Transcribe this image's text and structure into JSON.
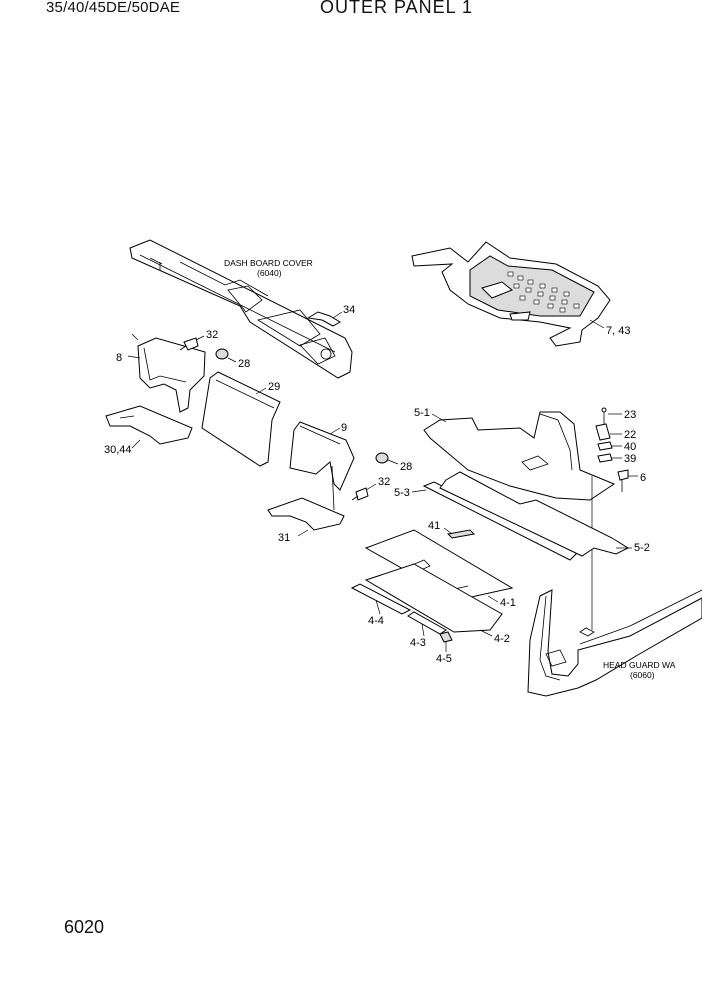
{
  "header": {
    "model": "35/40/45DE/50DAE",
    "title": "OUTER PANEL 1"
  },
  "footer": {
    "page_number": "6020"
  },
  "references": {
    "dash_board_cover": {
      "name": "DASH BOARD COVER",
      "code": "(6040)"
    },
    "head_guard": {
      "name": "HEAD GUARD WA",
      "code": "(6060)"
    }
  },
  "callouts": {
    "c34": "34",
    "c7_43": "7, 43",
    "c32a": "32",
    "c8": "8",
    "c28a": "28",
    "c29": "29",
    "c30_44": "30,44",
    "c9": "9",
    "c28b": "28",
    "c32b": "32",
    "c31": "31",
    "c5_1": "5-1",
    "c23": "23",
    "c22": "22",
    "c40": "40",
    "c39": "39",
    "c6": "6",
    "c5_3": "5-3",
    "c41": "41",
    "c5_2": "5-2",
    "c4_1": "4-1",
    "c4_4": "4-4",
    "c4_2": "4-2",
    "c4_3": "4-3",
    "c4_5": "4-5"
  }
}
